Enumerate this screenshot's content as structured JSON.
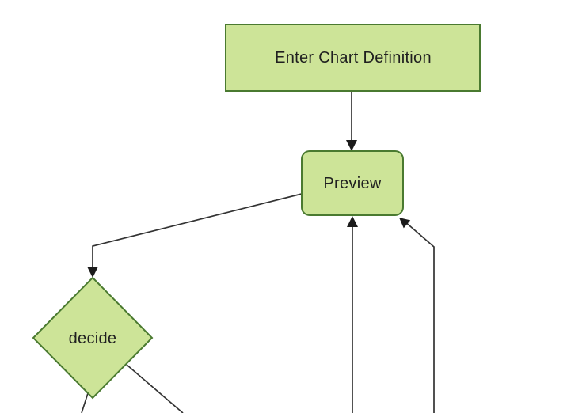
{
  "diagram": {
    "type": "flowchart",
    "direction": "top-down",
    "nodes": [
      {
        "id": "A",
        "label": "Enter Chart Definition",
        "shape": "rectangle"
      },
      {
        "id": "B",
        "label": "Preview",
        "shape": "rounded-rectangle"
      },
      {
        "id": "C",
        "label": "decide",
        "shape": "diamond"
      }
    ],
    "edges": [
      {
        "from": "Enter Chart Definition",
        "to": "Preview",
        "arrow": "down"
      },
      {
        "from": "Preview",
        "to": "decide",
        "arrow": "down"
      },
      {
        "from": "decide",
        "to": "offscreen bottom-left",
        "arrow": "none-visible"
      },
      {
        "from": "decide",
        "to": "offscreen bottom-right",
        "arrow": "none-visible"
      },
      {
        "from": "offscreen bottom",
        "to": "Preview",
        "arrow": "up"
      },
      {
        "from": "offscreen bottom-right",
        "to": "Preview",
        "arrow": "up-left"
      }
    ],
    "colors": {
      "node_fill": "#cde498",
      "node_border": "#4a7a30",
      "edge_line": "#333333",
      "arrowhead_fill": "#1b1b1b",
      "label_text": "#202020",
      "canvas_background": "#ffffff"
    }
  }
}
